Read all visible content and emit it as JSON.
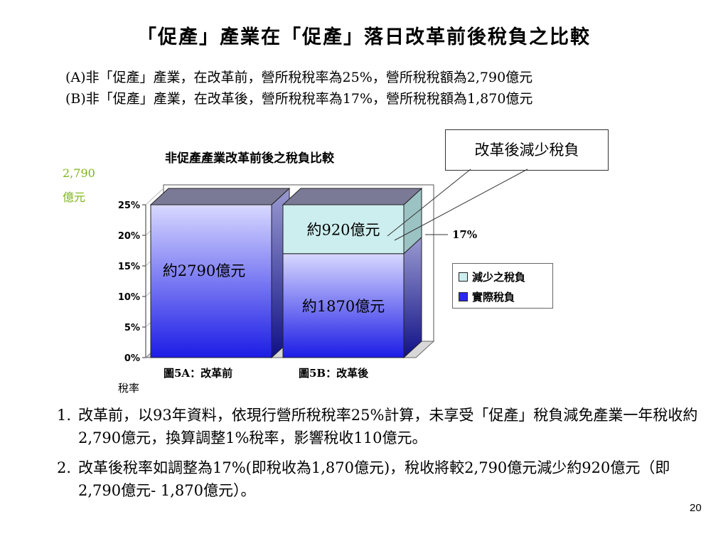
{
  "slide": {
    "title": "「促產」產業在「促產」落日改革前後稅負之比較",
    "subtitle_a": "(A)非「促產」產業，在改革前，營所稅稅率為25%，營所稅稅額為2,790億元",
    "subtitle_b": "(B)非「促產」產業，在改革後，營所稅稅率為17%，營所稅稅額為1,870億元",
    "page_number": "20",
    "notes": [
      {
        "num": "1.",
        "text": "改革前，以93年資料，依現行營所稅稅率25%計算，未享受「促產」稅負減免產業一年稅收約2,790億元，換算調整1%稅率，影響稅收110億元。"
      },
      {
        "num": "2.",
        "text": "改革後稅率如調整為17%(即稅收為1,870億元)，稅收將較2,790億元減少約920億元（即2,790億元- 1,870億元）。"
      }
    ]
  },
  "chart_data": {
    "type": "bar",
    "stacked": true,
    "title": "非促產產業改革前後之稅負比較",
    "ylabel": "稅率",
    "ylim": [
      0,
      25
    ],
    "yticks": [
      "25%",
      "20%",
      "15%",
      "10%",
      "5%",
      "0%"
    ],
    "categories": [
      "圖5A：改革前",
      "圖5B：改革後"
    ],
    "series": [
      {
        "name": "實際稅負",
        "values": [
          25,
          17
        ],
        "color": "#2a2ae8",
        "labels": [
          "約2790億元",
          "約1870億元"
        ]
      },
      {
        "name": "減少之稅負",
        "values": [
          0,
          8
        ],
        "color": "#cdeeee",
        "labels": [
          "",
          "約920億元"
        ]
      }
    ],
    "annotations": {
      "callout": "改革後減少稅負",
      "rate_label": "17%",
      "left_value_line1": "2,790",
      "left_value_line2": "億元"
    },
    "legend_position": "right"
  }
}
